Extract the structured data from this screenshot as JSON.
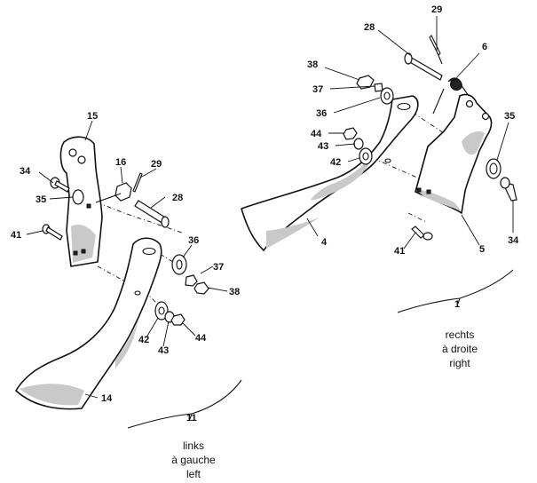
{
  "callouts": {
    "c29r": "29",
    "c28r": "28",
    "c6": "6",
    "c38r": "38",
    "c37r": "37",
    "c36r": "36",
    "c44r": "44",
    "c43r": "43",
    "c42r": "42",
    "c35r": "35",
    "c4": "4",
    "c41r": "41",
    "c5": "5",
    "c34r": "34",
    "c1": "1",
    "c15": "15",
    "c16": "16",
    "c29l": "29",
    "c34l": "34",
    "c35l": "35",
    "c28l": "28",
    "c41l": "41",
    "c36l": "36",
    "c37l": "37",
    "c38l": "38",
    "c42l": "42",
    "c43l": "43",
    "c44l": "44",
    "c14": "14",
    "c11": "11"
  },
  "captions": {
    "right": {
      "line1": "rechts",
      "line2": "à droite",
      "line3": "right"
    },
    "left": {
      "line1": "links",
      "line2": "à gauche",
      "line3": "left"
    }
  },
  "icons": [
    "bracket-icon",
    "blade-icon",
    "bolt-icon",
    "nut-icon",
    "washer-icon",
    "pin-icon"
  ]
}
